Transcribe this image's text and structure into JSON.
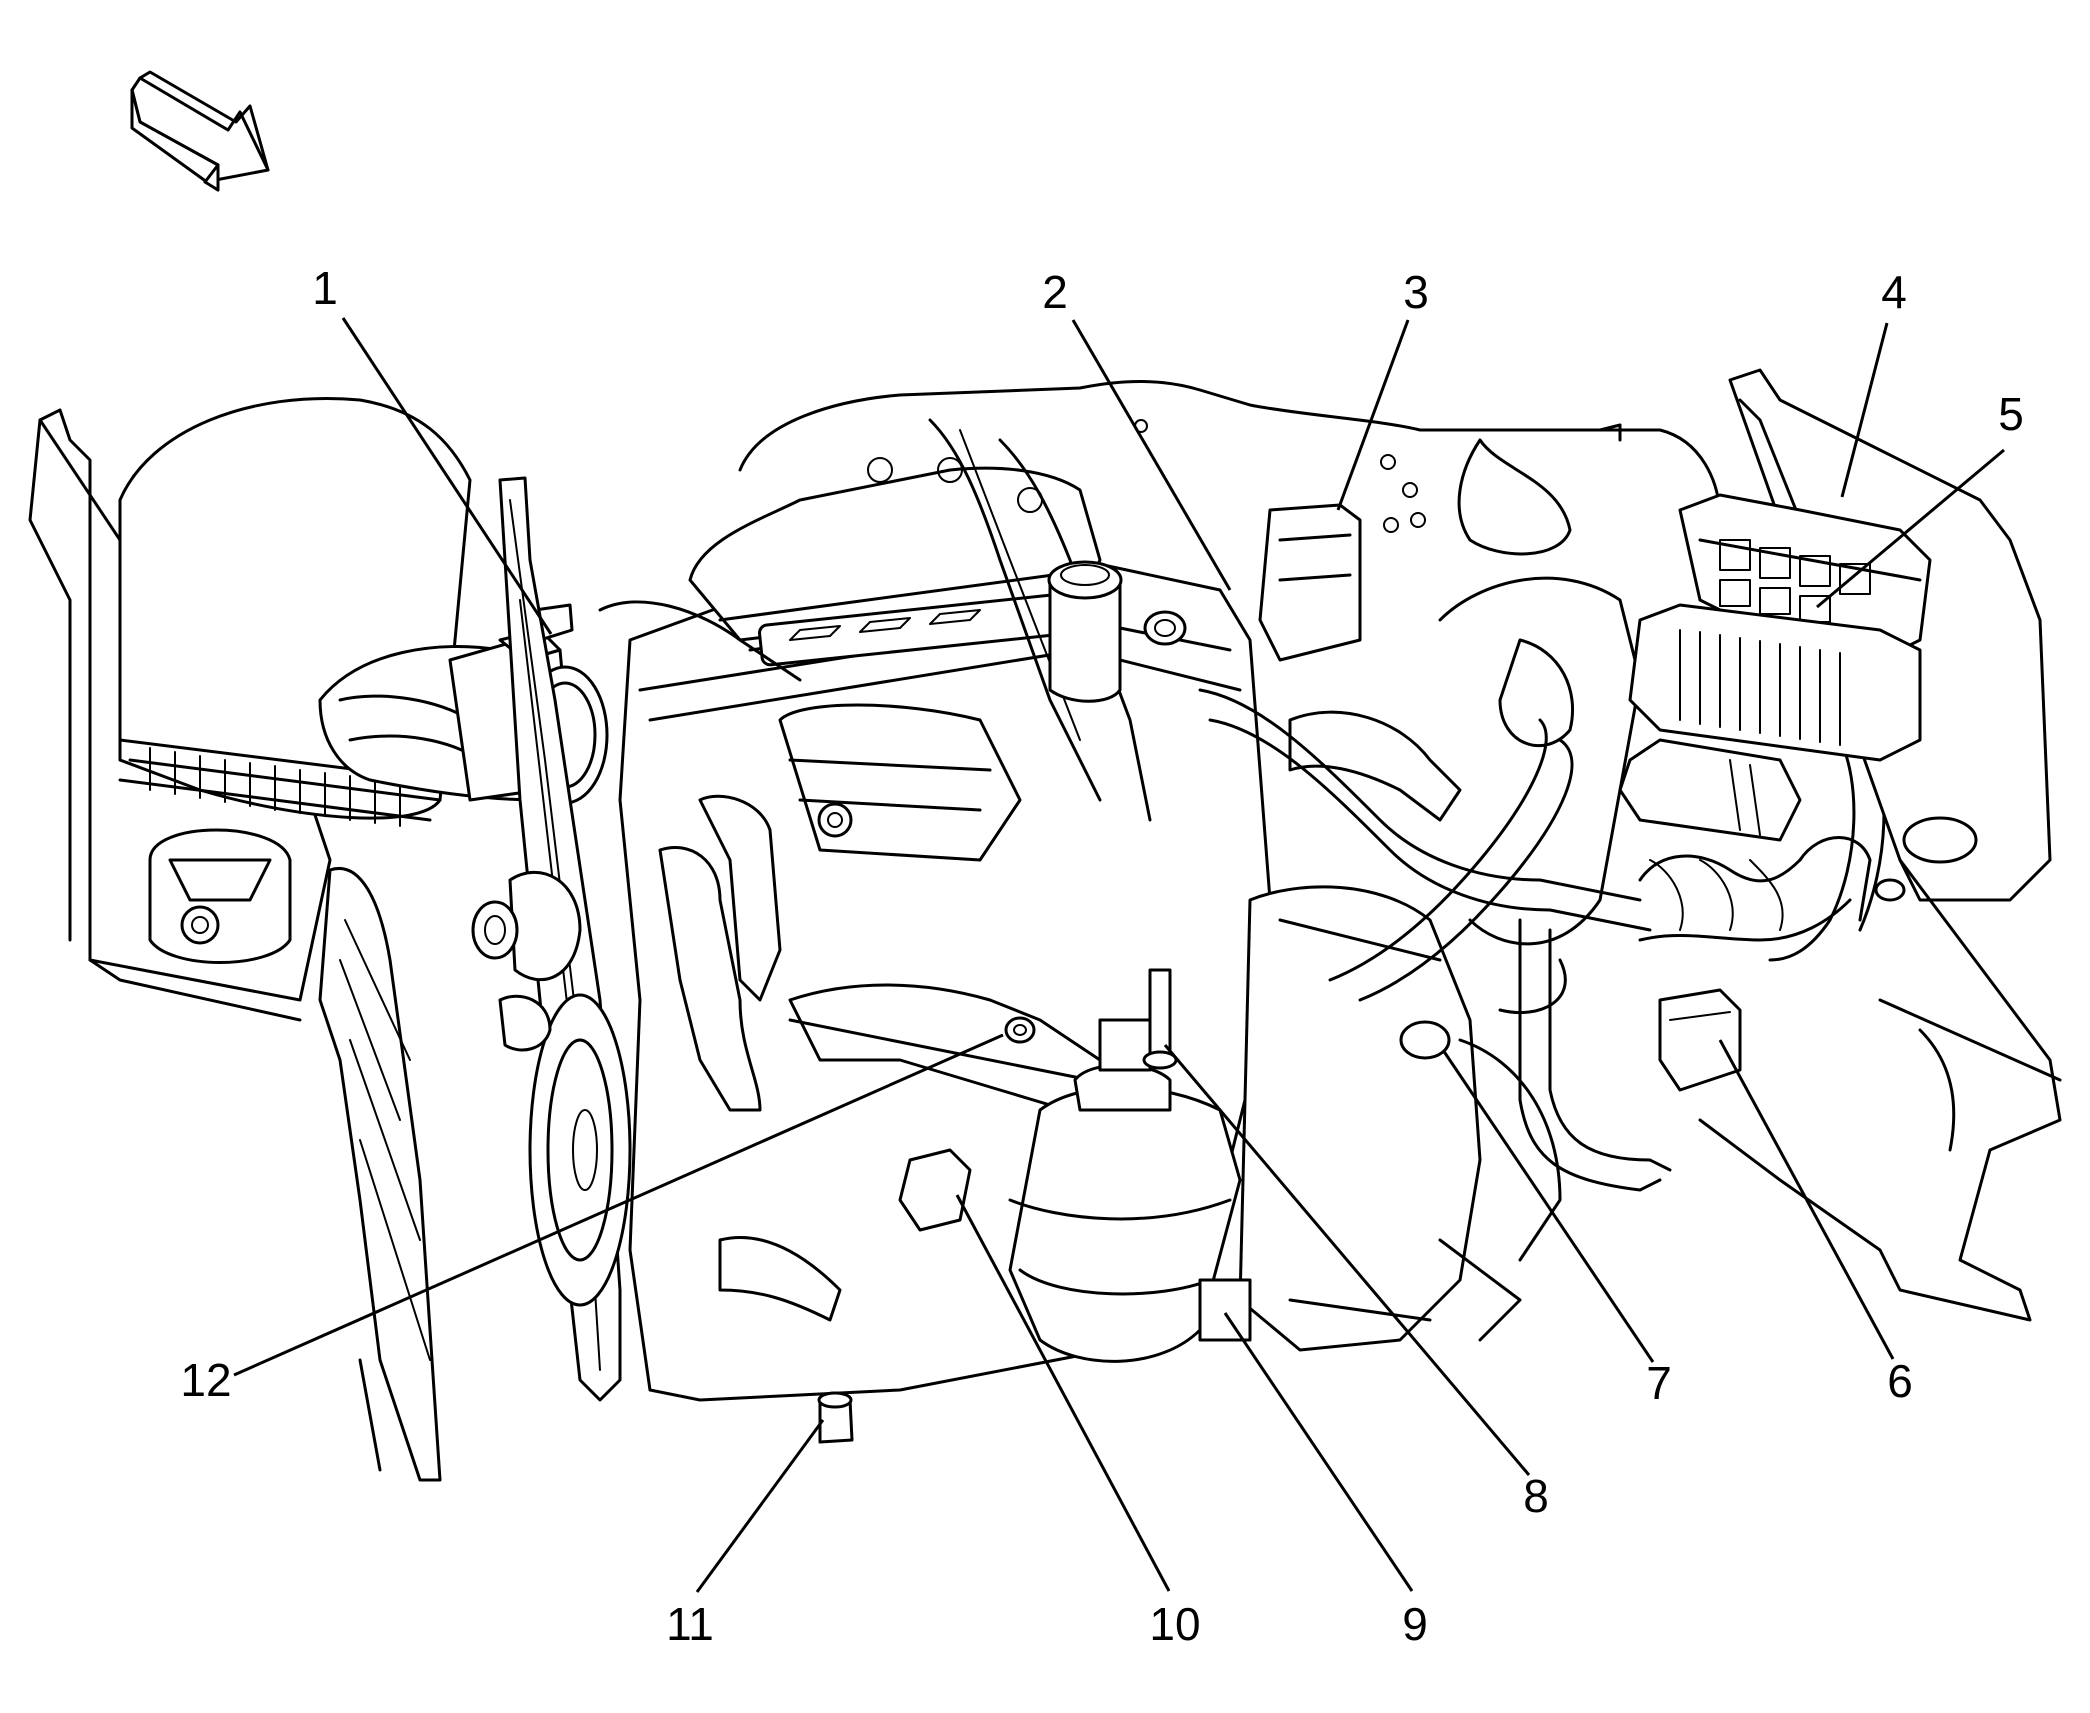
{
  "diagram": {
    "callouts": [
      {
        "label": "1"
      },
      {
        "label": "2"
      },
      {
        "label": "3"
      },
      {
        "label": "4"
      },
      {
        "label": "5"
      },
      {
        "label": "6"
      },
      {
        "label": "7"
      },
      {
        "label": "8"
      },
      {
        "label": "9"
      },
      {
        "label": "10"
      },
      {
        "label": "11"
      },
      {
        "label": "12"
      }
    ]
  }
}
